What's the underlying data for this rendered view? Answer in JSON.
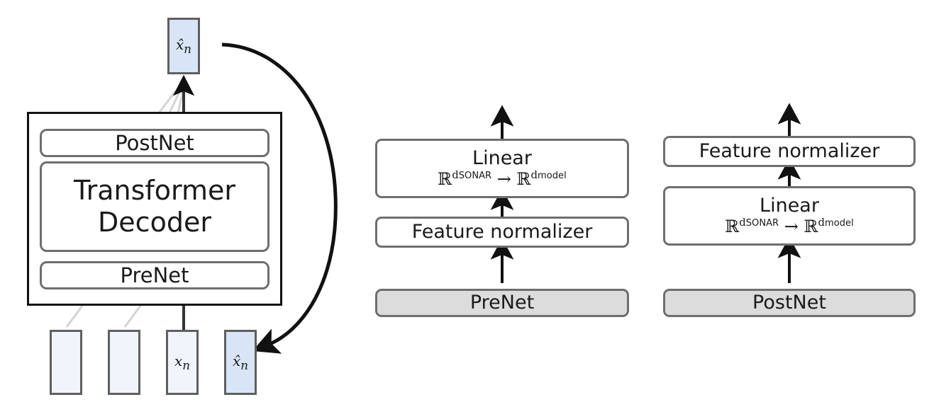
{
  "diagram": {
    "title": "Speech decoder with PreNet and PostNet detail",
    "colors": {
      "token_pale": "#f0f5fc",
      "token_blue": "#d7e5f7",
      "box_border_gray": "#6e6e6e",
      "outer_border_black": "#111111",
      "module_gray_fill": "#dcdcdc",
      "arrow_black": "#111111",
      "ghost_line_gray": "#d2d2d2"
    }
  },
  "left_panel": {
    "output_token": {
      "label": "x̂",
      "subscript": "n"
    },
    "decoder": {
      "postnet_label": "PostNet",
      "transformer_line1": "Transformer",
      "transformer_line2": "Decoder",
      "prenet_label": "PreNet"
    },
    "input_tokens": [
      {
        "label": "",
        "subscript": "",
        "fill": "pale"
      },
      {
        "label": "",
        "subscript": "",
        "fill": "pale"
      },
      {
        "label": "x",
        "subscript": "n",
        "fill": "pale"
      },
      {
        "label": "x̂",
        "subscript": "n",
        "fill": "blue"
      }
    ],
    "arrows": {
      "up_arrow": "decoder-output-up-arrow",
      "feedback_arrow": "autoregressive-feedback-arrow"
    }
  },
  "middle_panel": {
    "module_label": "PreNet",
    "blocks": [
      {
        "name": "linear",
        "title": "Linear",
        "math_from_base": "ℝ",
        "math_from_exp": "d",
        "math_from_sub": "SONAR",
        "math_arrow": "→",
        "math_to_base": "ℝ",
        "math_to_exp": "d",
        "math_to_sub": "model"
      },
      {
        "name": "feature-normalizer",
        "title": "Feature normalizer"
      }
    ]
  },
  "right_panel": {
    "module_label": "PostNet",
    "blocks": [
      {
        "name": "feature-normalizer",
        "title": "Feature normalizer"
      },
      {
        "name": "linear",
        "title": "Linear",
        "math_from_base": "ℝ",
        "math_from_exp": "d",
        "math_from_sub": "SONAR",
        "math_arrow": "→",
        "math_to_base": "ℝ",
        "math_to_exp": "d",
        "math_to_sub": "model"
      }
    ]
  }
}
